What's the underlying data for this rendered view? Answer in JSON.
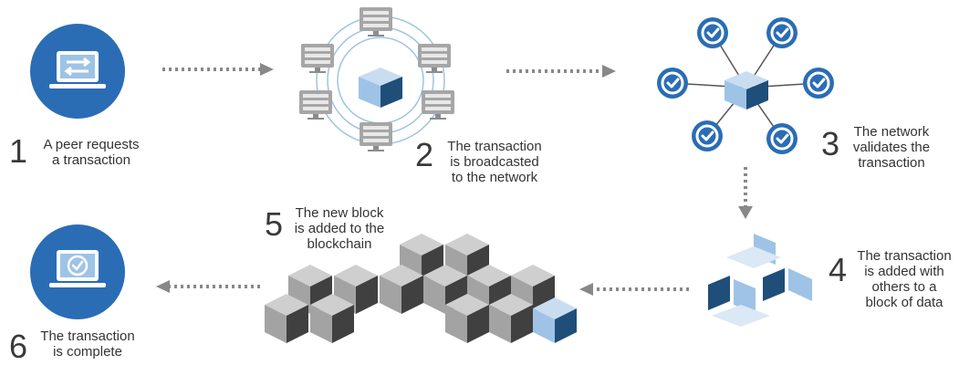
{
  "steps": [
    {
      "number": "1",
      "lines": [
        "A peer requests",
        "a transaction"
      ]
    },
    {
      "number": "2",
      "lines": [
        "The transaction",
        "is broadcasted",
        "to the network"
      ]
    },
    {
      "number": "3",
      "lines": [
        "The network",
        "validates the",
        "transaction"
      ]
    },
    {
      "number": "4",
      "lines": [
        "The transaction",
        "is added with",
        "others to a",
        "block of data"
      ]
    },
    {
      "number": "5",
      "lines": [
        "The new block",
        "is added to the",
        "blockchain"
      ]
    },
    {
      "number": "6",
      "lines": [
        "The transaction",
        "is complete"
      ]
    }
  ],
  "icons": {
    "step1": "laptop-transfer-icon",
    "step2": "server-network-icon",
    "step3": "validation-network-icon",
    "step4": "data-block-icon",
    "step5": "blockchain-cubes-icon",
    "step6": "laptop-check-icon"
  },
  "colors": {
    "primary_blue": "#2a6db5",
    "light_blue": "#9ec3e6",
    "dark_navy": "#1f4e79",
    "cube_top": "#c9c9c9",
    "cube_left": "#9b9b9b",
    "cube_right": "#3f3f3f",
    "arrow_gray": "#888888",
    "server_gray": "#a6a6a6"
  }
}
